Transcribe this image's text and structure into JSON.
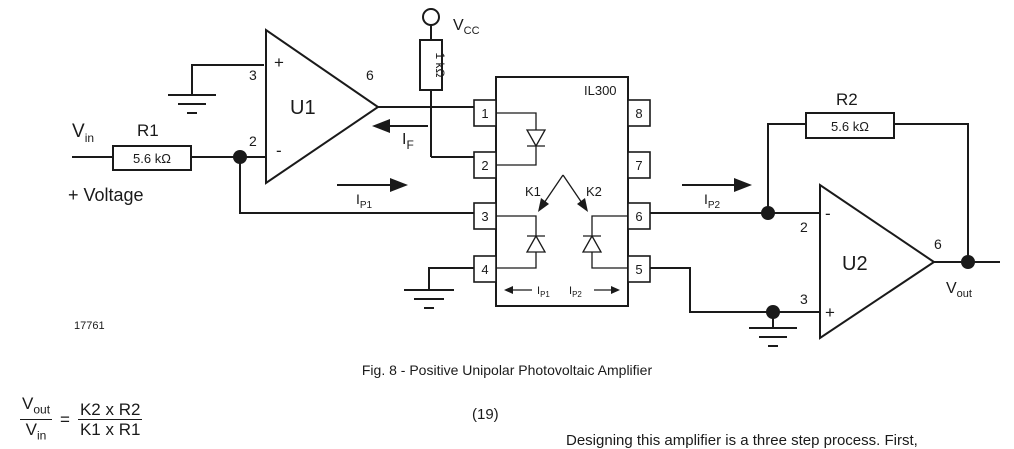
{
  "figure": {
    "id_label": "17761",
    "caption": "Fig. 8 - Positive Unipolar Photovoltaic Amplifier"
  },
  "circuit": {
    "supply": {
      "label": "V",
      "sub": "CC"
    },
    "resistor_vcc": "1 kΩ",
    "ic": {
      "name": "IL300",
      "pins": [
        "1",
        "2",
        "3",
        "4",
        "5",
        "6",
        "7",
        "8"
      ]
    },
    "u1": {
      "name": "U1",
      "plus": "+",
      "minus": "-",
      "pin_plus": "3",
      "pin_minus": "2",
      "pin_out": "6"
    },
    "u2": {
      "name": "U2",
      "plus": "+",
      "minus": "-",
      "pin_minus": "2",
      "pin_plus": "3",
      "pin_out": "6"
    },
    "r1": {
      "name": "R1",
      "value": "5.6 kΩ"
    },
    "r2": {
      "name": "R2",
      "value": "5.6 kΩ"
    },
    "vin": {
      "label": "V",
      "sub": "in"
    },
    "vout": {
      "label": "V",
      "sub": "out"
    },
    "voltage_label": "+ Voltage",
    "k1": "K1",
    "k2": "K2",
    "currents": {
      "if_label": "I",
      "if_sub": "F",
      "ip1_label": "I",
      "ip1_sub": "P1",
      "ip2_label": "I",
      "ip2_sub": "P2"
    }
  },
  "equation": {
    "lhs_num": "V",
    "lhs_num_sub": "out",
    "lhs_den": "V",
    "lhs_den_sub": "in",
    "eq": "=",
    "rhs_num": "K2 x R2",
    "rhs_den": "K1 x R1",
    "number": "(19)"
  },
  "body_text": "Designing this amplifier is a three step process. First,"
}
